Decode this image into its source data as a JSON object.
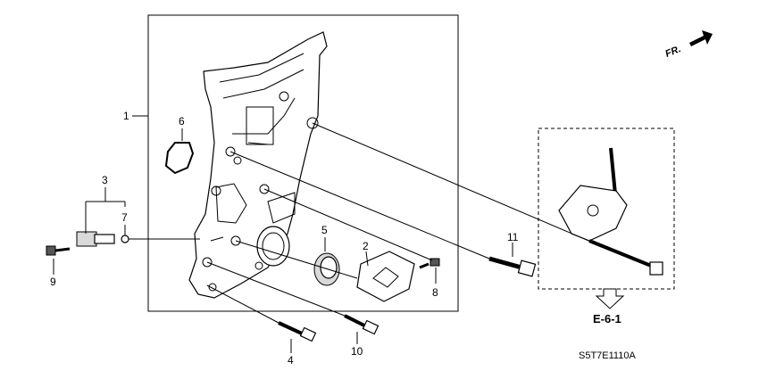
{
  "direction_label": "FR.",
  "reference_page": "E-6-1",
  "diagram_code": "S5T7E1110A",
  "callouts": {
    "c1": "1",
    "c2": "2",
    "c3": "3",
    "c4": "4",
    "c5": "5",
    "c6": "6",
    "c7": "7",
    "c8": "8",
    "c9": "9",
    "c10": "10",
    "c11": "11"
  }
}
